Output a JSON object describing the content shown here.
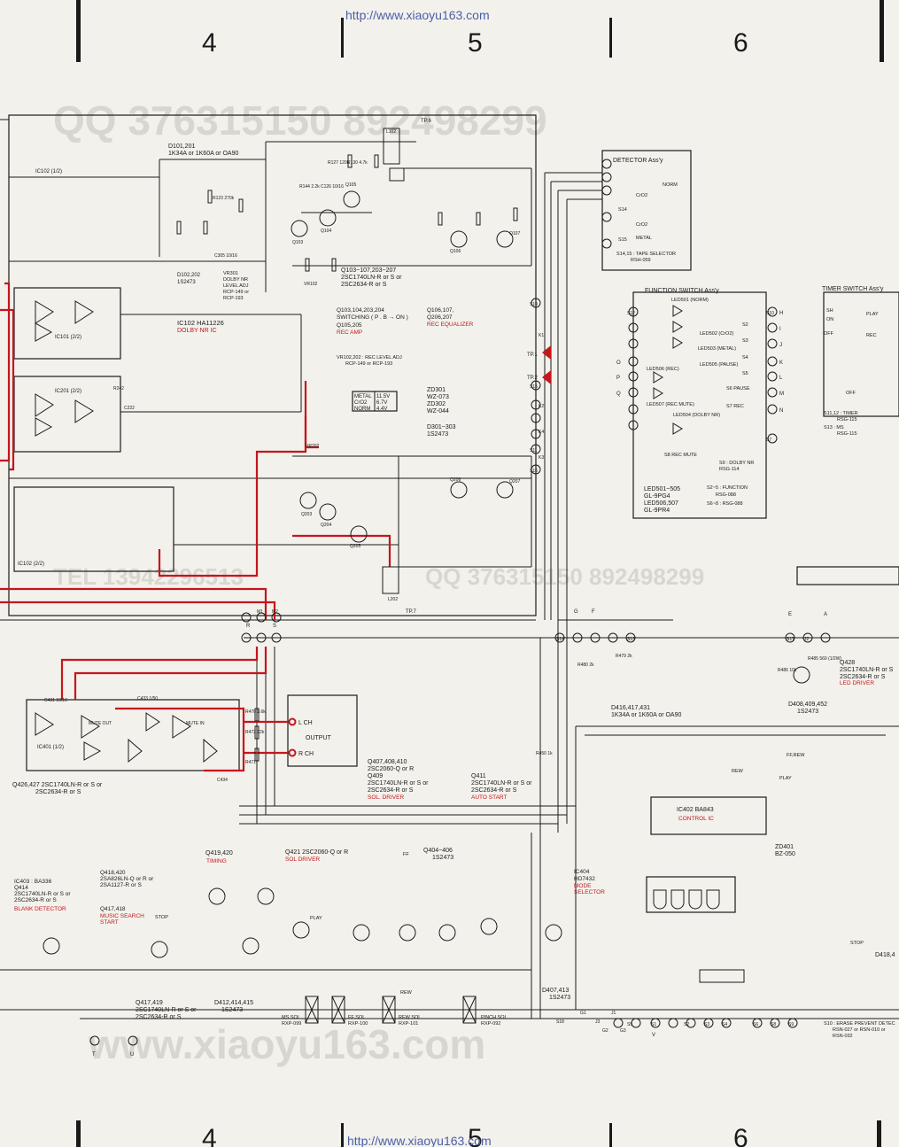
{
  "url_top": "http://www.xiaoyu163.com",
  "url_bottom": "http://www.xiaoyu163.com",
  "grid_numbers": [
    "4",
    "5",
    "6"
  ],
  "watermarks": [
    "QQ 376315150  892498299",
    "TEL 13942296513",
    "QQ 376315150  892498299",
    "www.xiaoyu163.com"
  ],
  "tp": [
    "TP.6",
    "TP.7",
    "TP.1",
    "TP.2"
  ],
  "detector": {
    "title": "DETECTOR  Ass'y",
    "labels": [
      "NORM",
      "CrO2",
      "CrO2",
      "S14",
      "S15",
      "METAL"
    ],
    "caption1": "S14,15 : TAPE SELECTOR",
    "caption2": "RSH-059"
  },
  "function": {
    "title": "FUNCTION  SWITCH  Ass'y",
    "leds": [
      "LED501 (NORM)",
      "LED502 (CrO2)",
      "LED503 (METAL)",
      "LED505 (PAUSE)",
      "LED506 (REC)",
      "LED507 (REC MUTE)",
      "LED504 (DOLBY NR)"
    ],
    "switches": [
      "S2",
      "S3",
      "S4",
      "S5",
      "S6 PAUSE",
      "S7 REC",
      "S8 REC MUTE",
      "S9 : DOLBY NR",
      "RSG-114"
    ],
    "notes": [
      "LED501~505",
      "GL-9PG4",
      "LED506,507",
      "GL-9PR4",
      "S2~5 : FUNCTION",
      "RSG-088",
      "S6~8 : RSG-088"
    ]
  },
  "timer": {
    "title": "TIMER  SWITCH  Ass'y",
    "labels": [
      "SH",
      "ON",
      "OFF",
      "PLAY",
      "REC",
      "OFF"
    ],
    "notes": [
      "S11,12 : TIMER",
      "RSG-115",
      "S13 : MS",
      "RSG-115"
    ]
  },
  "top_notes": [
    "D101,201",
    "1K34A  or 1K60A or OA90",
    "IC102 (1/2)",
    "D102,202",
    "1S2473",
    "VR301",
    "DOLBY NR",
    "LEVEL ADJ",
    "RCP-149 or",
    "RCP-193",
    "Q103~107,203~207",
    "2SC1740LN-R or S or",
    "2SC2634-R or S",
    "Q103,104,203,204",
    "SWITCHING   ( P . B → ON )",
    "Q105,205",
    "Q106,107,",
    "Q206,207",
    "VR102,202 : REC LEVEL ADJ",
    "RCP-149 or RCP-193"
  ],
  "red_notes": [
    "DOLBY NR IC",
    "REC AMP",
    "REC EQUALIZER",
    "LED DRIVER",
    "SOL. DRIVER",
    "AUTO START",
    "TIMING",
    "SOL DRIVER",
    "BLANK DETECTOR",
    "MUSIC SEARCH",
    "START",
    "MODE",
    "SELECTOR"
  ],
  "ic_labels": [
    "IC102  HA11226",
    "IC101 (2/2)",
    "IC201 (2/2)",
    "IC102 (2/2)",
    "IC401 (1/2)",
    "IC402  BA843",
    "CONTROL IC",
    "IC404",
    "HD7432",
    "IC403 : BA336"
  ],
  "zener": {
    "table": [
      [
        "METAL",
        "11.5V"
      ],
      [
        "CrO2",
        "6.7V"
      ],
      [
        "NORM",
        "4.4V"
      ]
    ],
    "notes": [
      "ZD301",
      "WZ-073",
      "ZD302",
      "WZ-044",
      "D301~303",
      "1S2473"
    ]
  },
  "output": {
    "title": "OUTPUT",
    "lch": "L CH",
    "rch": "R CH"
  },
  "mid_notes": [
    "Q428",
    "2SC1740LN-R or S",
    "2SC2634-R or S",
    "D408,409,452",
    "1S2473",
    "D416,417,431",
    "1K34A  or 1K60A or OA90",
    "Q407,408,410",
    "2SC2060-Q or R",
    "Q409",
    "2SC1740LN-R or S or",
    "2SC2634-R or S",
    "Q411",
    "2SC1740LN-R or S or",
    "2SC2634-R or S",
    "Q426,427  2SC1740LN-R or S or",
    "2SC2634-R or S",
    "MUTE OUT",
    "MUTE IN"
  ],
  "bottom_notes": [
    "Q419,420",
    "Q421  2SC2060-Q or R",
    "Q404~406",
    "1S2473",
    "Q418,420",
    "2SA826LN-Q or R or",
    "2SA1127-R or S",
    "Q417,418",
    "Q414",
    "2SC1740LN-R or S  or",
    "2SC2634-R or S",
    "Q417,419",
    "2SC1740LN-R or S or",
    "2SC2634-R or S",
    "D412,414,415",
    "1S2473",
    "D407,413",
    "1S2473",
    "ZD401",
    "BZ-050",
    "D418,4",
    "S10 : ERASE PREVENT DETEC",
    "RSN-027 or RSN-010 or",
    "RSN-032"
  ],
  "solenoids": [
    {
      "name": "MS SOL",
      "part": "RXP-099"
    },
    {
      "name": "FF SOL",
      "part": "RXP-100"
    },
    {
      "name": "REW SOL",
      "part": "RXP-101"
    },
    {
      "name": "PINCH SOL",
      "part": "RXP-092"
    }
  ],
  "flags": [
    "FF",
    "REW",
    "STOP",
    "PLAY",
    "FF,REW",
    "REW",
    "PLAY",
    "STOP"
  ],
  "ref_labels": [
    "R127 120k",
    "R130 4.7k",
    "R144 2.2k",
    "C126 10/16",
    "Q103",
    "Q104",
    "Q105",
    "Q106",
    "Q107",
    "Q203",
    "Q204",
    "Q205",
    "Q206",
    "Q207",
    "R242",
    "C222",
    "L102",
    "L202",
    "VR102",
    "VR202",
    "R123 270k",
    "C305 10/16",
    "R480 2k",
    "R479 2k",
    "R486 10k",
    "R485 560 (1/2W)",
    "R450 1k",
    "R470 3.6k",
    "R472 22k",
    "R471",
    "C433 1/50",
    "C431 10/16",
    "C434"
  ],
  "bus_letters": [
    "H",
    "I",
    "J",
    "K",
    "L",
    "M",
    "N",
    "O",
    "P",
    "Q",
    "G",
    "F",
    "E",
    "A",
    "R",
    "S",
    "T",
    "U",
    "V"
  ],
  "connector_labels": [
    "S17",
    "S18",
    "S19",
    "S16",
    "S15",
    "S14",
    "S13",
    "S12",
    "S11",
    "S10",
    "S9",
    "S8",
    "S7",
    "S6",
    "S5",
    "S4",
    "S3",
    "S2",
    "S1",
    "K1",
    "K2",
    "K3",
    "K4",
    "M1",
    "M2",
    "J1",
    "J2",
    "J3",
    "G1",
    "G2",
    "G3"
  ]
}
